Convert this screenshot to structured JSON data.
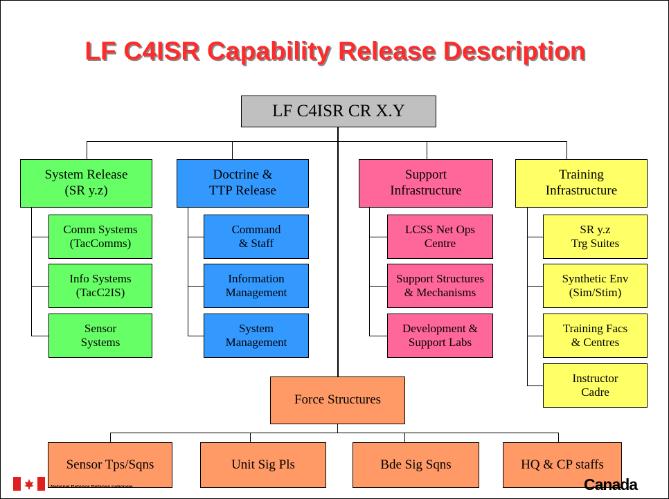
{
  "title": "LF C4ISR Capability Release Description",
  "root": "LF C4ISR CR X.Y",
  "colors": {
    "title": "#ff2a2a",
    "root": "#c0c0c0",
    "system": "#66ff66",
    "doctrine": "#3399ff",
    "support": "#ff6699",
    "training": "#ffff66",
    "force": "#ff9966",
    "flag_red": "#e02020"
  },
  "columns": [
    {
      "header": "System Release\n(SR y.z)",
      "items": [
        "Comm Systems\n(TacComms)",
        "Info Systems\n(TacC2IS)",
        "Sensor\nSystems"
      ]
    },
    {
      "header": "Doctrine &\nTTP Release",
      "items": [
        "Command\n& Staff",
        "Information\nManagement",
        "System\nManagement"
      ]
    },
    {
      "header": "Support\nInfrastructure",
      "items": [
        "LCSS Net Ops\nCentre",
        "Support Structures\n& Mechanisms",
        "Development &\nSupport Labs"
      ]
    },
    {
      "header": "Training\nInfrastructure",
      "items": [
        "SR y.z\nTrg Suites",
        "Synthetic Env\n(Sim/Stim)",
        "Training Facs\n& Centres",
        "Instructor\nCadre"
      ]
    }
  ],
  "force": {
    "label": "Force Structures",
    "items": [
      "Sensor Tps/Sqns",
      "Unit Sig Pls",
      "Bde Sig Sqns",
      "HQ & CP staffs"
    ]
  },
  "logos": {
    "left_icon": "canada-flag-icon",
    "left_text": "National Defence   Défense nationale",
    "right": "Canada"
  }
}
